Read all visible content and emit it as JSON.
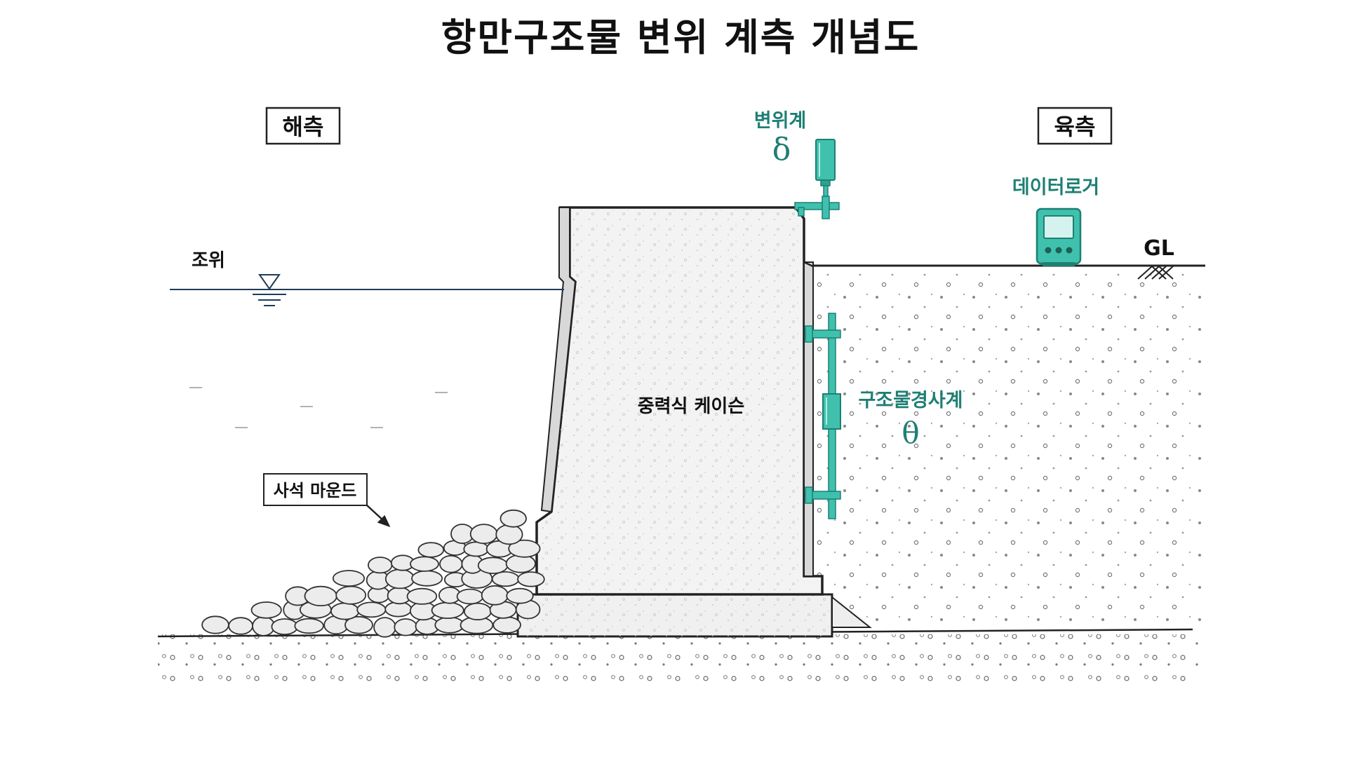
{
  "title": "항만구조물 변위 계측 개념도",
  "labels": {
    "sea_side": "해측",
    "land_side": "육측",
    "tide_level": "조위",
    "ground_level": "GL",
    "rubble_mound": "사석 마운드",
    "caisson": "중력식 케이슨",
    "displacement_meter": "변위계",
    "displacement_symbol": "δ",
    "data_logger": "데이터로거",
    "inclinometer": "구조물경사계",
    "inclinometer_symbol": "θ"
  },
  "colors": {
    "instrument": "#3fc1ad",
    "instrument_dark": "#1e7f73",
    "water_line": "#1f3b57",
    "outline": "#222222",
    "concrete": "#f2f2f2"
  }
}
